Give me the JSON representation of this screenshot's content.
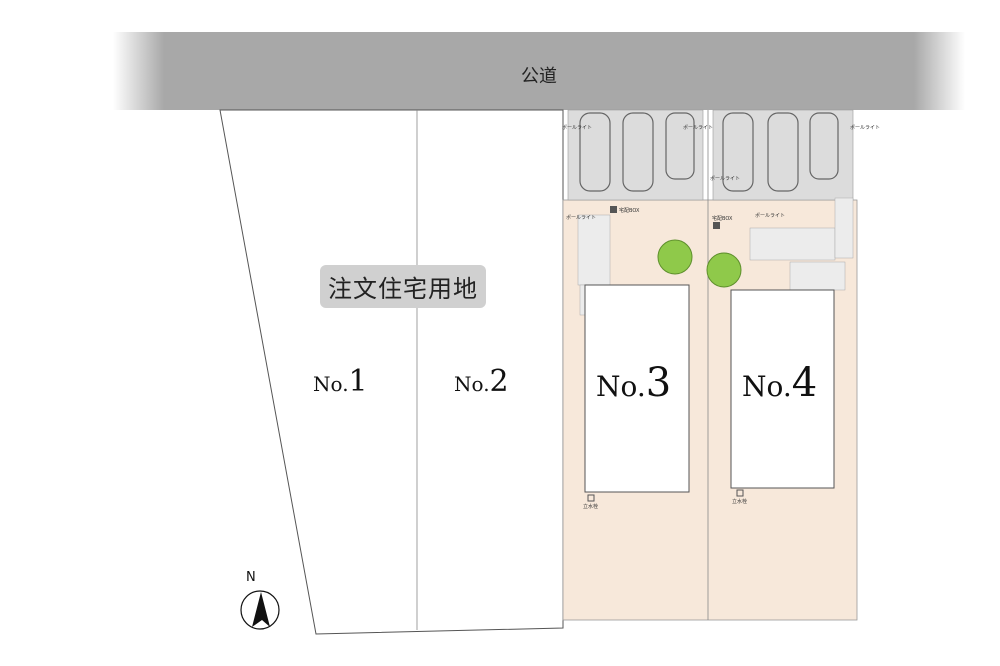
{
  "road": {
    "label": "公道"
  },
  "badge": {
    "label": "注文住宅用地"
  },
  "lots": [
    {
      "prefix": "No.",
      "number": "1"
    },
    {
      "prefix": "No.",
      "number": "2"
    },
    {
      "prefix": "No.",
      "number": "3"
    },
    {
      "prefix": "No.",
      "number": "4"
    }
  ],
  "annotations": {
    "pole_light": "ポールライト",
    "delivery_box": "宅配BOX",
    "faucet": "立水栓"
  },
  "compass": {
    "label": "N"
  },
  "colors": {
    "road": "#a8a8a8",
    "paving": "#f7e8da",
    "parking": "#d9d9d9",
    "tree": "#8fc94a",
    "badge": "#d0d0d0"
  }
}
